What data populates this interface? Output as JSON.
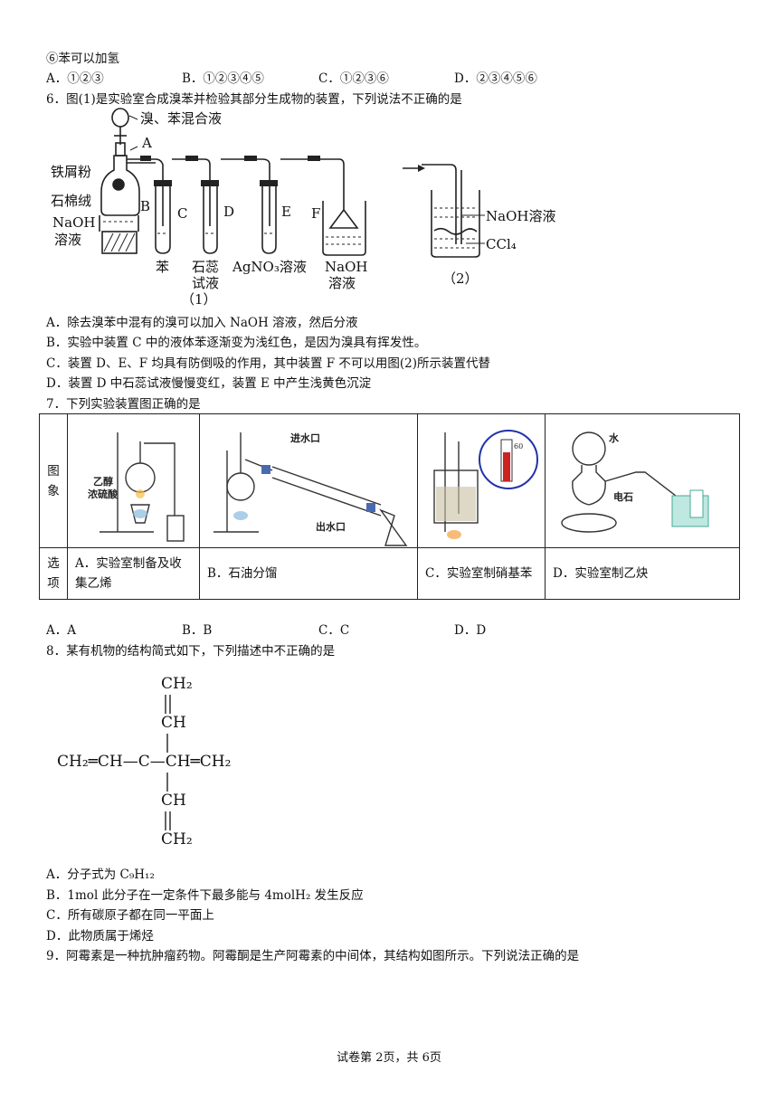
{
  "q5": {
    "tail": "⑥苯可以加氢",
    "options": [
      "A．①②③",
      "B．①②③④⑤",
      "C．①②③⑥",
      "D．②③④⑤⑥"
    ]
  },
  "q6": {
    "stem": "6．图(1)是实验室合成溴苯并检验其部分生成物的装置，下列说法不正确的是",
    "fig1_labels": {
      "top": "溴、苯混合液",
      "A": "A",
      "iron": "铁屑粉",
      "wool": "石棉绒",
      "B": "B",
      "naoh_side1": "NaOH",
      "naoh_side2": "溶液",
      "C": "C",
      "D": "D",
      "E": "E",
      "F": "F",
      "c_liq": "苯",
      "d_liq1": "石蕊",
      "d_liq2": "试液",
      "e_liq": "AgNO₃溶液",
      "f_liq1": "NaOH",
      "f_liq2": "溶液",
      "caption1": "（1）"
    },
    "fig2_labels": {
      "naoh": "NaOH溶液",
      "ccl4": "CCl₄",
      "caption2": "（2）"
    },
    "options": [
      "A．除去溴苯中混有的溴可以加入 NaOH 溶液，然后分液",
      "B．实验中装置 C 中的液体苯逐渐变为浅红色，是因为溴具有挥发性。",
      "C．装置 D、E、F 均具有防倒吸的作用，其中装置 F 不可以用图(2)所示装置代替",
      "D．装置 D 中石蕊试液慢慢变红，装置 E 中产生浅黄色沉淀"
    ]
  },
  "q7": {
    "stem": "7．下列实验装置图正确的是",
    "row1_header": "图象",
    "row2_header": "选项",
    "img_labels": {
      "a_reagent1": "乙醇",
      "a_reagent2": "浓硫酸",
      "b_in": "进水口",
      "b_out": "出水口",
      "c_temp": "60",
      "d_water": "水",
      "d_carbide": "电石"
    },
    "choices": [
      "A．实验室制备及收集乙烯",
      "B．石油分馏",
      "C．实验室制硝基苯",
      "D．实验室制乙炔"
    ],
    "answers": [
      "A．A",
      "B．B",
      "C．C",
      "D．D"
    ]
  },
  "q8": {
    "stem": "8．某有机物的结构简式如下，下列描述中不正确的是",
    "structure": {
      "top1": "CH₂",
      "top2": "CH",
      "middle": "CH₂═CH—C—CH═CH₂",
      "bottom1": "CH",
      "bottom2": "CH₂"
    },
    "options": [
      "A．分子式为 C₉H₁₂",
      "B．1mol 此分子在一定条件下最多能与 4molH₂ 发生反应",
      "C．所有碳原子都在同一平面上",
      "D．此物质属于烯烃"
    ]
  },
  "q9": {
    "stem": "9．阿霉素是一种抗肿瘤药物。阿霉酮是生产阿霉素的中间体，其结构如图所示。下列说法正确的是"
  },
  "footer": "试卷第 2页，共 6页"
}
